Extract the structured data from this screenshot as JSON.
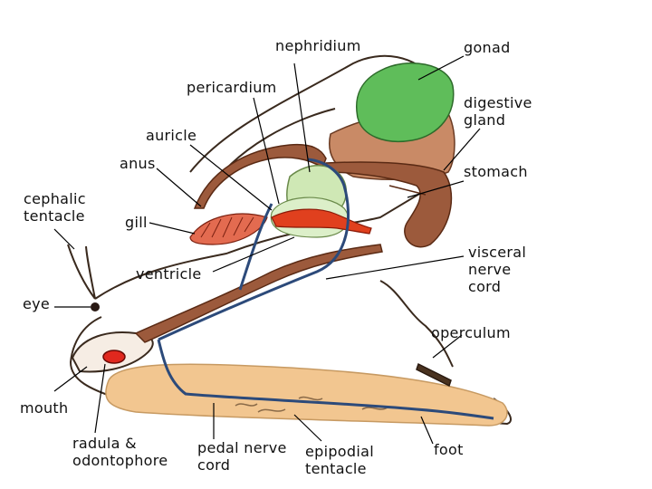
{
  "colors": {
    "gonad": "#5fbd5a",
    "digestive_gland": "#c98a66",
    "gut": "#9c5a3c",
    "foot": "#f2c690",
    "nephridium": "#cfe8b5",
    "gill": "#e36b50",
    "nerve": "#2c4a7a",
    "outline": "#3a2a1e",
    "operculum": "#4a3320",
    "label_line": "#000000"
  },
  "labels": {
    "nephridium": "nephridium",
    "gonad": "gonad",
    "pericardium": "pericardium",
    "digestive_gland": "digestive\ngland",
    "auricle": "auricle",
    "anus": "anus",
    "stomach": "stomach",
    "cephalic_tentacle": "cephalic\ntentacle",
    "gill": "gill",
    "visceral_nerve_cord": "visceral\nnerve\ncord",
    "ventricle": "ventricle",
    "eye": "eye",
    "operculum": "operculum",
    "mouth": "mouth",
    "radula_odontophore": "radula &\nodontophore",
    "pedal_nerve_cord": "pedal nerve\ncord",
    "epipodial_tentacle": "epipodial\ntentacle",
    "foot": "foot"
  }
}
